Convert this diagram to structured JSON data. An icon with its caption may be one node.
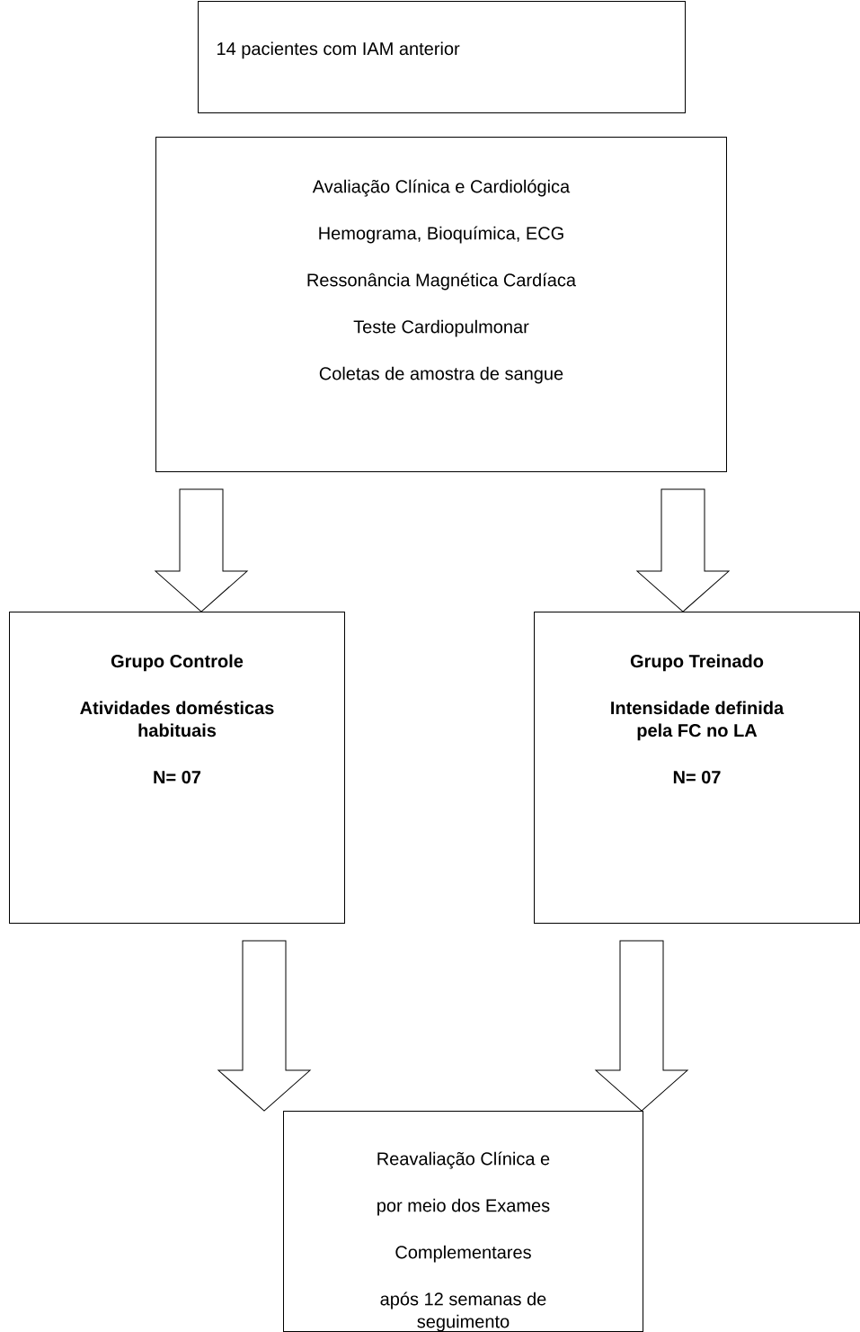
{
  "diagram": {
    "nodes": [
      {
        "text": [
          "14 pacientes com IAM anterior"
        ]
      },
      {
        "text": [
          "Avaliação Clínica e Cardiológica",
          "Hemograma, Bioquímica, ECG",
          "Ressonância Magnética Cardíaca",
          "Teste Cardiopulmonar",
          "Coletas de amostra de sangue"
        ]
      },
      {
        "text": [
          "Grupo Controle",
          "Atividades domésticas habituais",
          "N= 07"
        ]
      },
      {
        "text": [
          "Grupo Treinado",
          "Intensidade definida pela FC no LA",
          "N= 07"
        ]
      },
      {
        "text": [
          "Reavaliação Clínica e",
          "por meio dos Exames",
          "Complementares",
          "após 12 semanas de seguimento"
        ]
      }
    ],
    "edges": [
      {
        "from": 1,
        "to": 2,
        "arrow": "to"
      },
      {
        "from": 1,
        "to": 3,
        "arrow": "to"
      },
      {
        "from": 2,
        "to": 4,
        "arrow": "to"
      },
      {
        "from": 3,
        "to": 4,
        "arrow": "to"
      }
    ]
  }
}
